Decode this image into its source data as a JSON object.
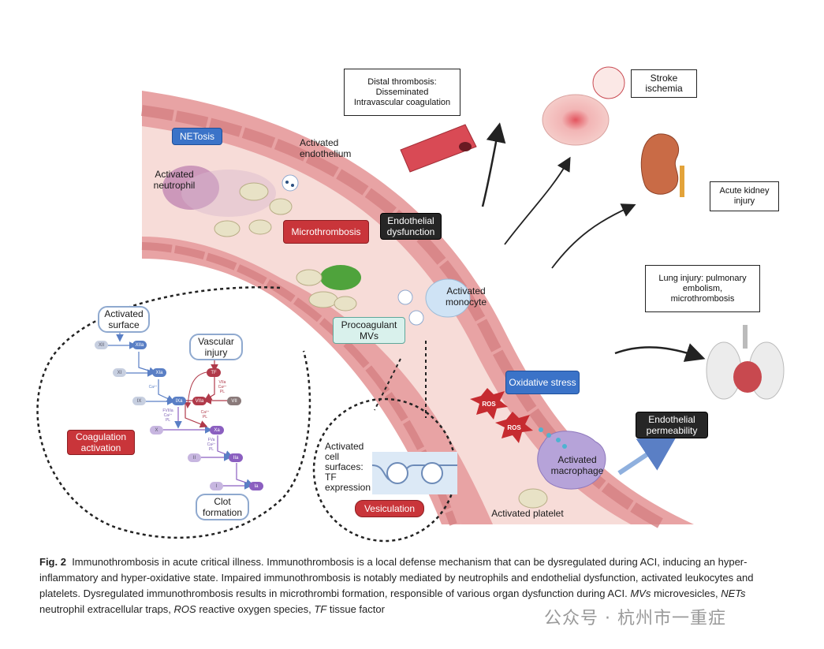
{
  "labels": {
    "netosis": "NETosis",
    "activated_neutrophil": "Activated\nneutrophil",
    "activated_endothelium": "Activated\nendothelium",
    "microthrombosis": "Microthrombosis",
    "endothelial_dysfunction": "Endothelial\ndysfunction",
    "activated_monocyte": "Activated\nmonocyte",
    "procoagulant_mvs": "Procoagulant\nMVs",
    "oxidative_stress": "Oxidative stress",
    "ros_1": "ROS",
    "ros_2": "ROS",
    "activated_macrophage": "Activated\nmacrophage",
    "activated_platelet": "Activated platelet",
    "endothelial_permeability": "Endothelial\npermeability",
    "distal_thrombosis": "Distal thrombosis:\nDisseminated\nIntravascular coagulation",
    "stroke_ischemia": "Stroke\nischemia",
    "acute_kidney_injury": "Acute kidney\ninjury",
    "lung_injury": "Lung injury: pulmonary\nembolism,\nmicrothrombosis",
    "activated_surface": "Activated\nsurface",
    "vascular_injury": "Vascular\ninjury",
    "coagulation_activation": "Coagulation\nactivation",
    "clot_formation": "Clot\nformation",
    "activated_cell_surfaces": "Activated\ncell\nsurfaces:\nTF\nexpression",
    "vesiculation": "Vesiculation"
  },
  "cascade": {
    "xii": "XII",
    "xiia": "XIIa",
    "xi": "XI",
    "xia": "XIa",
    "ix": "IX",
    "ixa": "IXa",
    "tf": "TF",
    "viia": "VIIa",
    "vii": "VII",
    "x": "X",
    "xa": "Xa",
    "ii": "II",
    "iia": "IIa",
    "i": "I",
    "ia": "Ia",
    "ca": "Ca²⁺",
    "fviiia_ca_pl": "FVIIIa\nCa²⁺\nPL",
    "viia_ca_pl": "VIIa\nCa²⁺\nPL",
    "ca_pl": "Ca²⁺\nPL",
    "fva_ca_pl": "FVa\nCa²⁺\nPL"
  },
  "caption": {
    "fig": "Fig. 2",
    "title": "Immunothrombosis in acute critical illness.",
    "body1": "Immunothrombosis is a local defense mechanism that can be dysregulated during ACI, inducing an hyper-inflammatory and hyper-oxidative state. Impaired immunothrombosis is notably mediated by neutrophils and endothelial dysfunction, activated leukocytes and platelets. Dysregulated immunothrombosis results in microthrombi formation, responsible of various organ dysfunction during ACI.",
    "abbr1": "MVs",
    "def1": "microvesicles,",
    "abbr2": "NETs",
    "def2": "neutrophil extracellular traps,",
    "abbr3": "ROS",
    "def3": "reactive oxygen species,",
    "abbr4": "TF",
    "def4": "tissue factor"
  },
  "watermark": "公众号 · 杭州市一重症",
  "colors": {
    "vessel_wall": "#e8a3a4",
    "vessel_lumen": "#f7dcd8",
    "pill_blue": "#3b73c8",
    "pill_red": "#c9353a",
    "pill_dark": "#262626",
    "pill_mint": "#d9f1ec"
  }
}
